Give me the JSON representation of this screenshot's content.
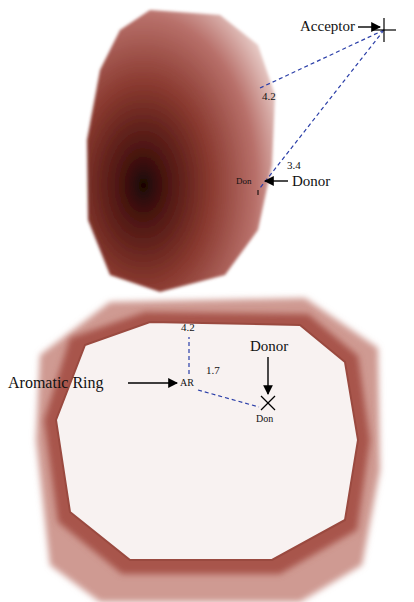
{
  "diagram": {
    "labels": [
      "Acceptor",
      "4.2",
      "3.4",
      "Don",
      "Donor",
      "Aromatic Ring",
      "AR",
      "4.2",
      "1.7",
      "Donor",
      "Don"
    ]
  }
}
